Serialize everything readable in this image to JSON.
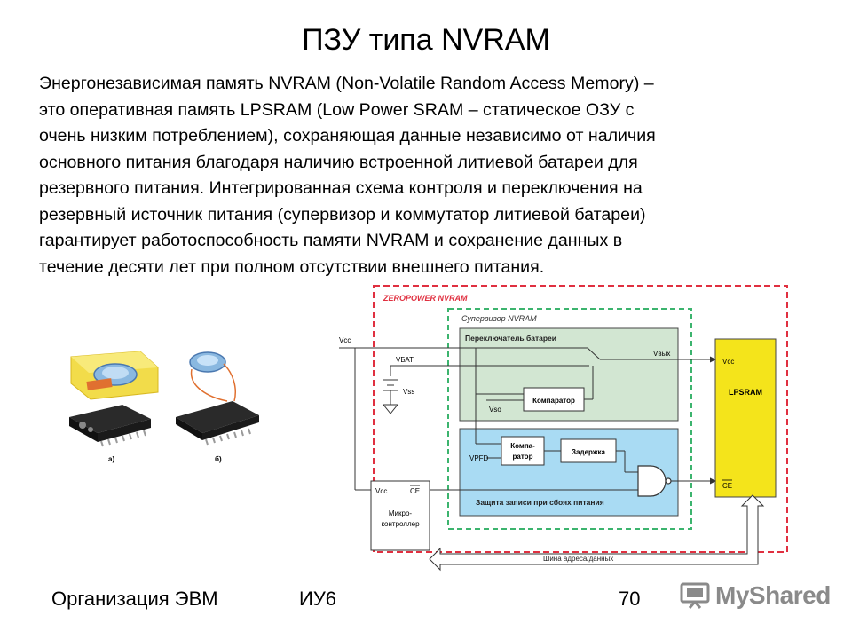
{
  "slide": {
    "title": "ПЗУ типа NVRAM",
    "paragraph_lines": [
      "Энергонезависимая память NVRAM (Non-Volatile Random Access Memory) –",
      "это оперативная память LPSRAM (Low Power SRAM – статическое ОЗУ с",
      "очень низким потреблением), сохраняющая данные независимо от наличия",
      "основного питания благодаря наличию встроенной литиевой батареи для",
      "резервного питания. Интегрированная схема контроля и переключения на",
      "резервный источник питания (супервизор и коммутатор литиевой батареи)",
      "гарантирует работоспособность памяти NVRAM и сохранение данных в",
      "течение десяти лет при полном отсутствии внешнего питания."
    ],
    "footer": {
      "course": "Организация ЭВМ",
      "group": "ИУ6",
      "page": "70"
    },
    "logo": {
      "text": "MyShared",
      "color": "#8a8a8a"
    }
  },
  "photos": {
    "label_a": "а)",
    "label_b": "б)"
  },
  "diagram": {
    "zeropower_label": "ZEROPOWER NVRAM",
    "supervisor_label": "Супервизор NVRAM",
    "battery_switch_label": "Переключатель батареи",
    "comparator_label": "Компаратор",
    "comparator2_line1": "Компа-",
    "comparator2_line2": "ратор",
    "delay_label": "Задержка",
    "write_protect_label": "Защита записи при сбоях питания",
    "lpsram_label": "LPSRAM",
    "mcu_line1": "Микро-",
    "mcu_line2": "контроллер",
    "bus_label": "Шина адреса/данных",
    "signals": {
      "vcc": "Vcc",
      "vbat": "VБАТ",
      "vss": "Vss",
      "vso": "Vso",
      "vpfd": "VPFD",
      "vout": "Vвых",
      "sram_vcc": "Vcc",
      "ce": "CE",
      "mcu_vcc": "Vcc",
      "mcu_ce": "CE"
    },
    "colors": {
      "red_dash": "#e03040",
      "green_dash": "#3cb46e",
      "green_fill": "#d2e6d2",
      "blue_fill": "#a9dbf3",
      "yellow": "#f4e41b",
      "wire": "#333333"
    }
  }
}
